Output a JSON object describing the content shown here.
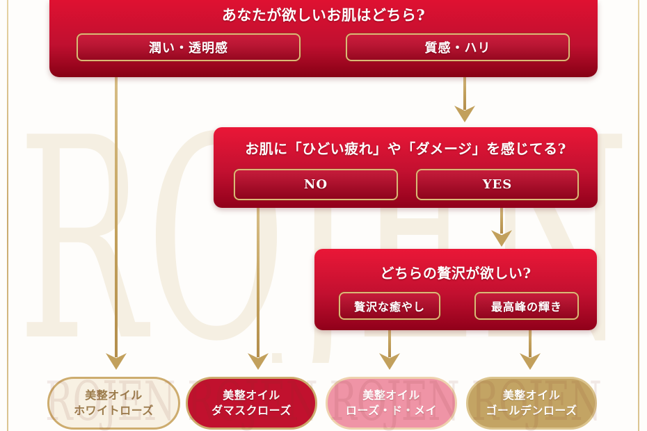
{
  "flow": {
    "q1": {
      "question": "あなたが欲しいお肌はどちら?",
      "options": [
        "潤い・透明感",
        "質感・ハリ"
      ]
    },
    "q2": {
      "question": "お肌に「ひどい疲れ」や「ダメージ」を感じてる?",
      "options": [
        "NO",
        "YES"
      ]
    },
    "q3": {
      "question": "どちらの贅沢が欲しい?",
      "options": [
        "贅沢な癒やし",
        "最高峰の輝き"
      ]
    }
  },
  "results": [
    {
      "line1": "美整オイル",
      "line2": "ホワイトローズ",
      "bg": "#f8f1e3",
      "text_color": "#9c7c4c"
    },
    {
      "line1": "美整オイル",
      "line2": "ダマスクローズ",
      "bg": "#c1112e",
      "text_color": "#ffffff"
    },
    {
      "line1": "美整オイル",
      "line2": "ローズ・ド・メイ",
      "bg": "#ef94a6",
      "text_color": "#ffffff"
    },
    {
      "line1": "美整オイル",
      "line2": "ゴールデンローズ",
      "bg": "#c3a464",
      "text_color": "#ffffff"
    }
  ],
  "watermark": {
    "main": "ROJEN",
    "bottom_repeat": "ROJEN ROJEN ROJEN ROJEN"
  },
  "colors": {
    "box_red_top": "#ea1737",
    "box_red_bottom": "#90001a",
    "gold_arrow": "#c2a05c",
    "gold_border": "#dcb877",
    "frame_gold": "#c9a96c",
    "watermark_main": "#f5efe2"
  }
}
